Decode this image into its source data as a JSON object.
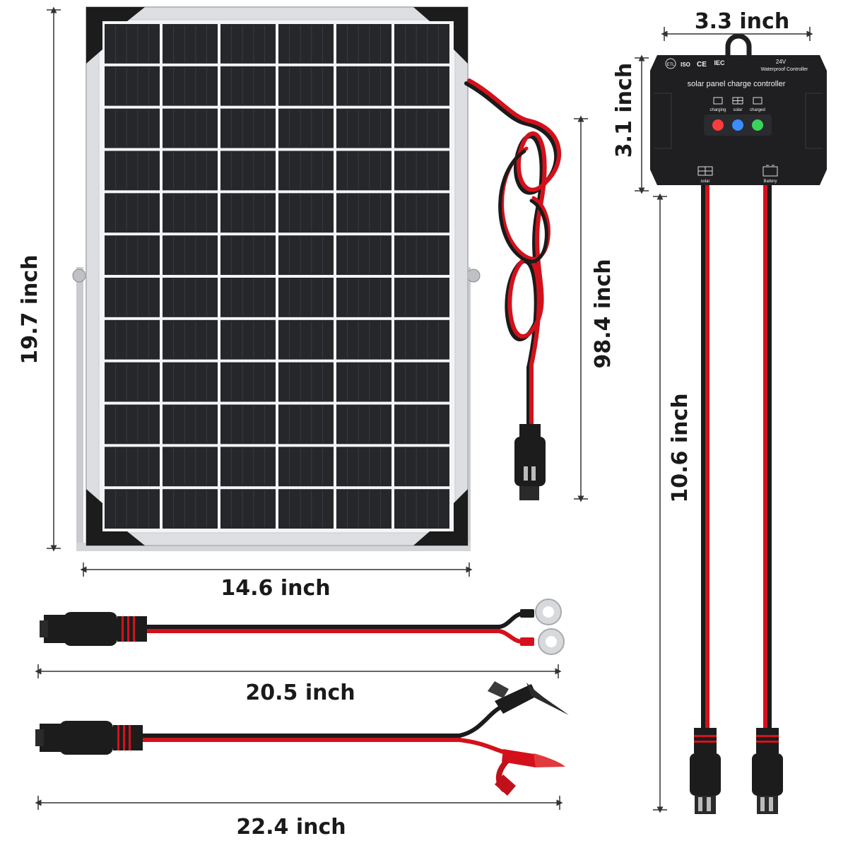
{
  "dimensions": {
    "panel_height": "19.7 inch",
    "panel_width": "14.6 inch",
    "panel_cable": "98.4 inch",
    "controller_width": "3.3 inch",
    "controller_height": "3.1 inch",
    "controller_cable": "10.6 inch",
    "ring_cable": "20.5 inch",
    "clip_cable": "22.4 inch"
  },
  "controller": {
    "voltage": "24V",
    "type": "Waterproof Controller",
    "title": "solar panel charge controller",
    "indicators": [
      {
        "label": "charging",
        "color": "#ff3b3b"
      },
      {
        "label": "solar",
        "color": "#3b8cff"
      },
      {
        "label": "charged",
        "color": "#3bd45a"
      }
    ],
    "port_solar": "solar",
    "port_battery": "Battery",
    "certs": [
      "ETL",
      "ISO",
      "CE",
      "IEC"
    ]
  },
  "colors": {
    "cell": "#26272b",
    "frame": "#d9dbde",
    "cable_red": "#d4111b",
    "cable_black": "#1b1b1b",
    "controller_body": "#1f1f21"
  },
  "panel_grid": {
    "columns": 6,
    "rows": 12
  }
}
